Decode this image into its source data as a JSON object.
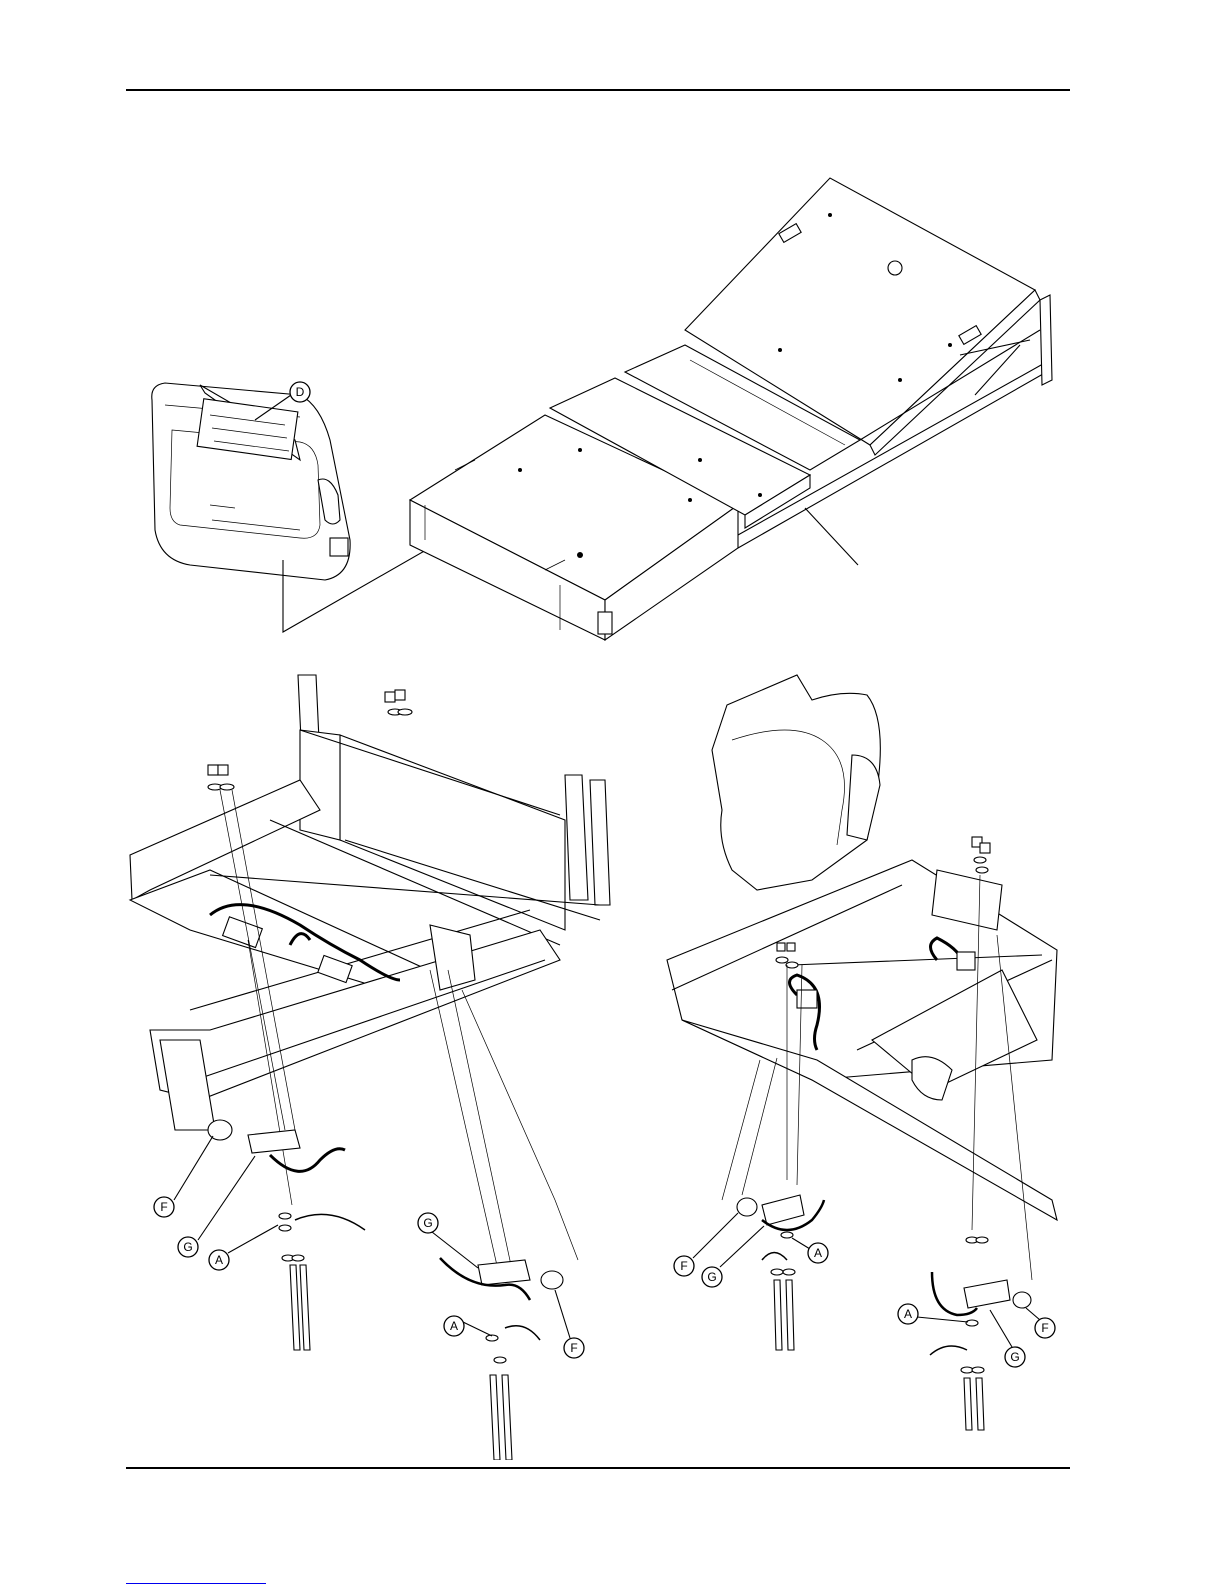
{
  "callouts": {
    "top_d": "D",
    "left_f": "F",
    "left_g": "G",
    "left_a": "A",
    "mid_g": "G",
    "mid_a": "A",
    "mid_f": "F",
    "right_f": "F",
    "right_g": "G",
    "right_a": "A",
    "right2_a": "A",
    "right2_f": "F",
    "right2_g": "G"
  },
  "colors": {
    "line": "#000000",
    "background": "#ffffff",
    "link": "#0000ee"
  }
}
